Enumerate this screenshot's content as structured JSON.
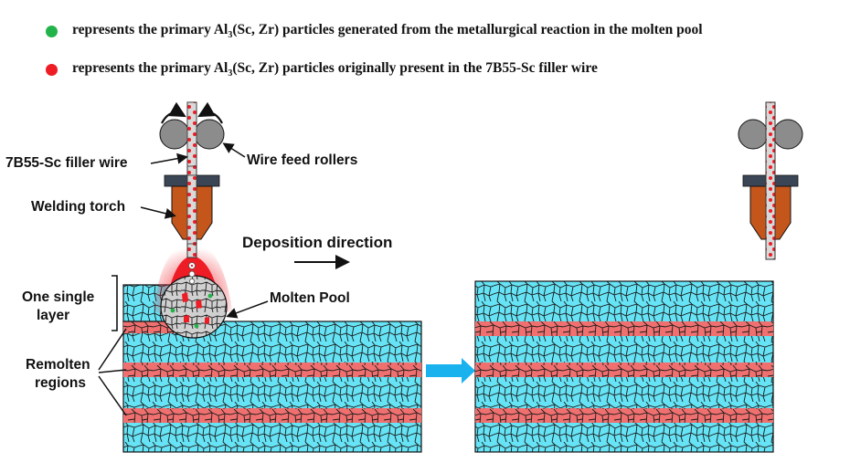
{
  "legend": [
    {
      "color": "#22b34a",
      "pre": "represents the primary Al",
      "sub": "3",
      "post": "(Sc, Zr) particles generated from the metallurgical reaction in the molten pool"
    },
    {
      "color": "#ee1c25",
      "pre": "represents the primary Al",
      "sub": "3",
      "post": "(Sc, Zr) particles originally present in the 7B55-Sc filler wire"
    }
  ],
  "labels": {
    "filler_wire": "7B55-Sc filler wire",
    "feed_rollers": "Wire feed rollers",
    "welding_torch": "Welding torch",
    "deposition_direction": "Deposition direction",
    "one_single_layer_1": "One single",
    "one_single_layer_2": "layer",
    "molten_pool": "Molten Pool",
    "remolten_1": "Remolten",
    "remolten_2": "regions"
  },
  "colors": {
    "layer": "#66e3f5",
    "remolten": "#f07070",
    "torch": "#c4561c",
    "torch_cap": "#3a4555",
    "roller": "#8c8c8c",
    "wire": "#d9d9d9",
    "pool": "#d0d0d0",
    "glow": "#ee1c25",
    "transition_arrow": "#1ab2ee"
  }
}
